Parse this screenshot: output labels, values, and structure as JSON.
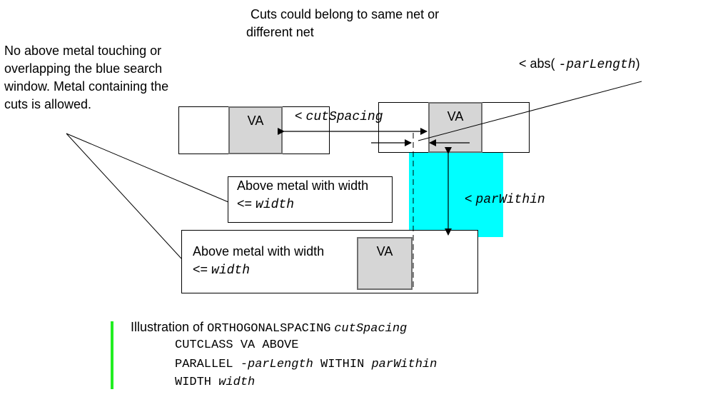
{
  "notes": {
    "top_center": [
      "Cuts could belong to same net or",
      "different net"
    ],
    "left": [
      "No above metal touching or",
      "overlapping the blue search",
      "window. Metal containing the",
      "cuts is allowed."
    ]
  },
  "labels": {
    "cut_label": "VA",
    "cut_spacing_prefix": "< ",
    "cut_spacing_var": "cutSpacing",
    "par_length_prefix": "< abs( ",
    "par_length_var": "-parLength",
    "par_length_suffix": ")",
    "par_within_prefix": "< ",
    "par_within_var": "parWithin"
  },
  "metal_boxes": [
    {
      "line1": "Above metal with width",
      "line2_prefix": "<= ",
      "line2_var": "width"
    },
    {
      "line1": "Above metal with width",
      "line2_prefix": "<= ",
      "line2_var": "width"
    }
  ],
  "caption": {
    "intro": "Illustration of ",
    "keyword": "ORTHOGONALSPACING",
    "keyword_var": "cutSpacing",
    "line2": "CUTCLASS VA ABOVE",
    "line3_kw1": "PARALLEL ",
    "line3_var1": "-parLength",
    "line3_kw2": " WITHIN ",
    "line3_var2": "parWithin",
    "line4_kw": "WIDTH ",
    "line4_var": "width"
  },
  "colors": {
    "search_window": "#00ffff",
    "cut_fill": "#d6d6d6",
    "caption_bar": "#22ee22"
  }
}
